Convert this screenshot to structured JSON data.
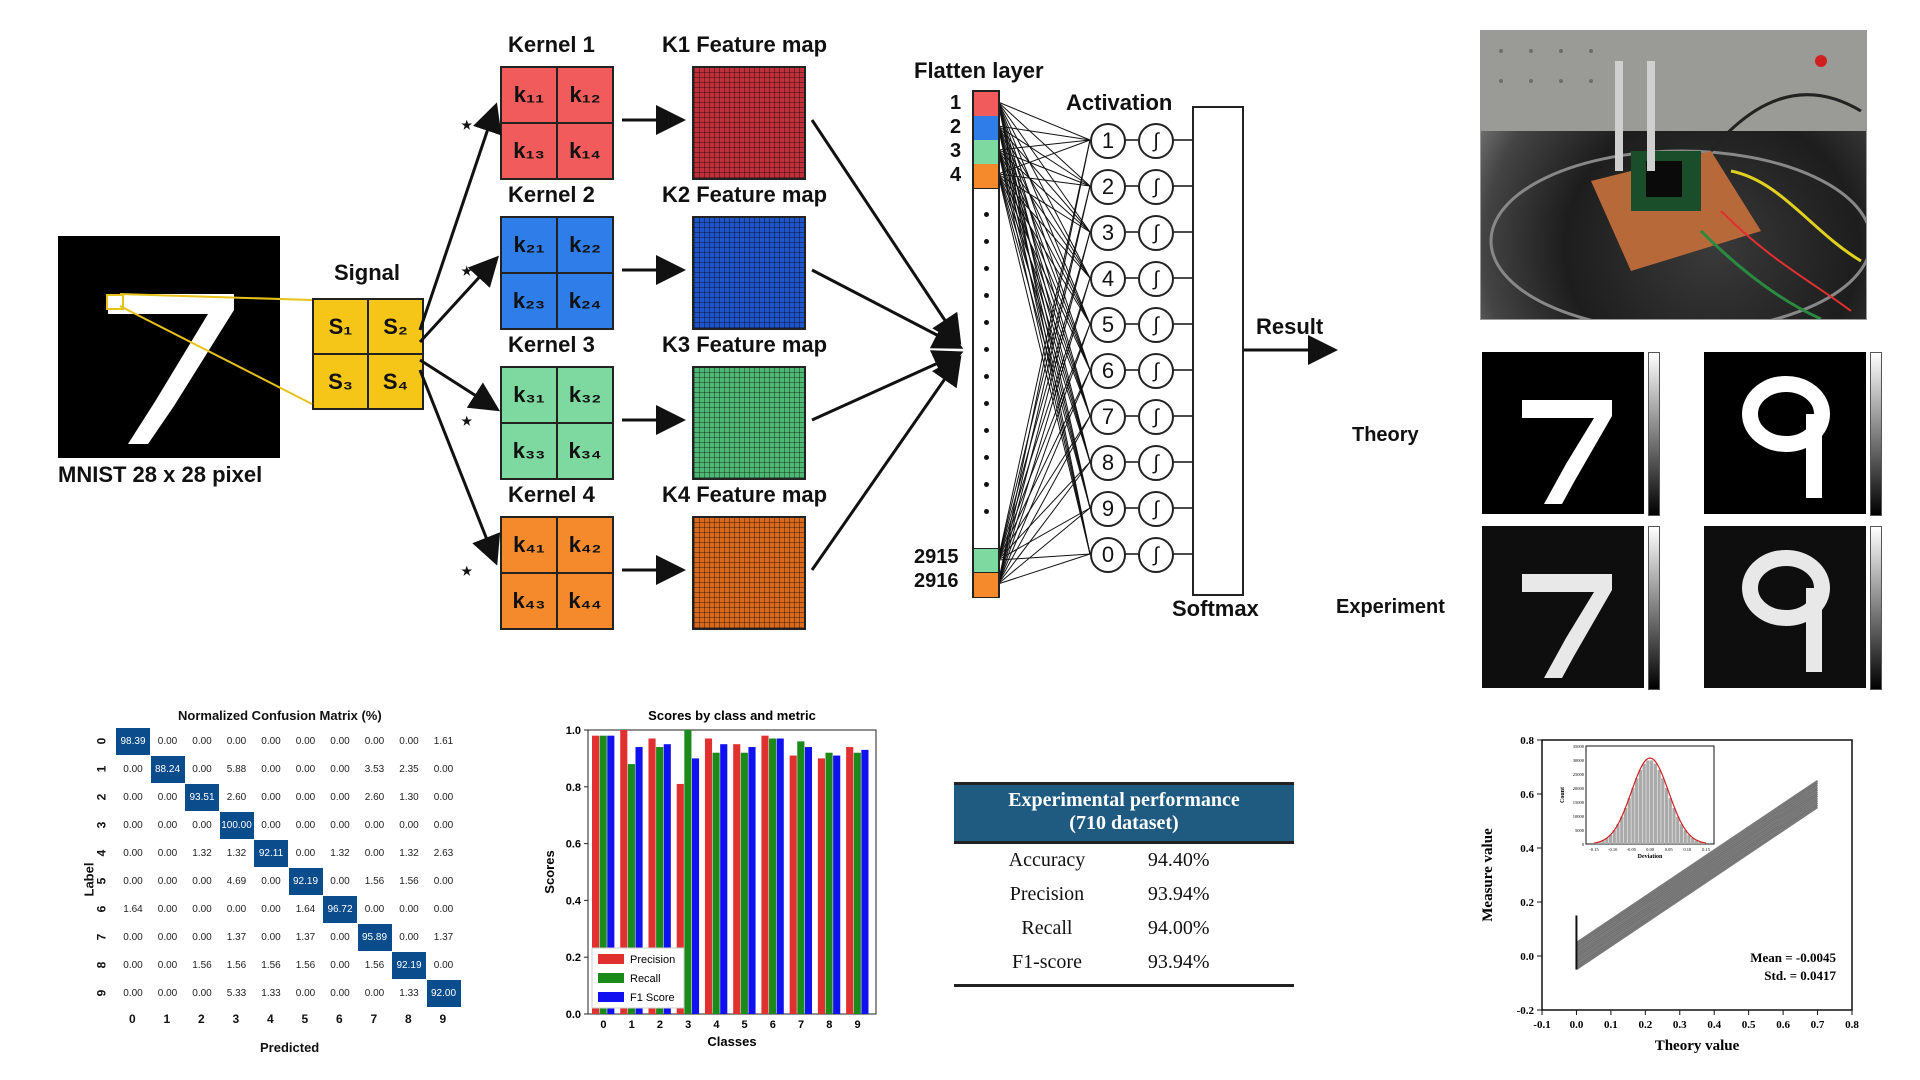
{
  "mnist": {
    "caption": "MNIST 28 x 28 pixel"
  },
  "signal": {
    "title": "Signal",
    "cells": [
      "S₁",
      "S₂",
      "S₃",
      "S₄"
    ],
    "color": "#f5c518"
  },
  "kernels": [
    {
      "title": "Kernel 1",
      "cells": [
        "k₁₁",
        "k₁₂",
        "k₁₃",
        "k₁₄"
      ],
      "color": "#f25b5b",
      "fmap_title": "K1 Feature map",
      "fmap_color": "#c0303a"
    },
    {
      "title": "Kernel 2",
      "cells": [
        "k₂₁",
        "k₂₂",
        "k₂₃",
        "k₂₄"
      ],
      "color": "#2f7de8",
      "fmap_title": "K2 Feature map",
      "fmap_color": "#1f55c8"
    },
    {
      "title": "Kernel 3",
      "cells": [
        "k₃₁",
        "k₃₂",
        "k₃₃",
        "k₃₄"
      ],
      "color": "#7dd9a0",
      "fmap_title": "K3 Feature map",
      "fmap_color": "#4fb874"
    },
    {
      "title": "Kernel 4",
      "cells": [
        "k₄₁",
        "k₄₂",
        "k₄₃",
        "k₄₄"
      ],
      "color": "#f58a2c",
      "fmap_title": "K4 Feature map",
      "fmap_color": "#d9691c"
    }
  ],
  "conv_symbol": "⋆",
  "flatten": {
    "title": "Flatten layer",
    "top_labels": [
      "1",
      "2",
      "3",
      "4"
    ],
    "bottom_labels": [
      "2915",
      "2916"
    ],
    "colors": [
      "#f25b5b",
      "#2f7de8",
      "#7dd9a0",
      "#f58a2c"
    ]
  },
  "activation": {
    "title": "Activation",
    "nodes": [
      "1",
      "2",
      "3",
      "4",
      "5",
      "6",
      "7",
      "8",
      "9",
      "0"
    ],
    "symbol": "∫"
  },
  "softmax": {
    "title": "Softmax"
  },
  "result": {
    "title": "Result"
  },
  "digits": {
    "theory_label": "Theory",
    "experiment_label": "Experiment",
    "values": [
      "7",
      "9"
    ]
  },
  "confusion": {
    "title": "Normalized Confusion Matrix (%)",
    "xlabel": "Predicted",
    "ylabel": "Label",
    "labels": [
      "0",
      "1",
      "2",
      "3",
      "4",
      "5",
      "6",
      "7",
      "8",
      "9"
    ],
    "matrix": [
      [
        "98.39",
        "0.00",
        "0.00",
        "0.00",
        "0.00",
        "0.00",
        "0.00",
        "0.00",
        "0.00",
        "1.61"
      ],
      [
        "0.00",
        "88.24",
        "0.00",
        "5.88",
        "0.00",
        "0.00",
        "0.00",
        "3.53",
        "2.35",
        "0.00"
      ],
      [
        "0.00",
        "0.00",
        "93.51",
        "2.60",
        "0.00",
        "0.00",
        "0.00",
        "2.60",
        "1.30",
        "0.00"
      ],
      [
        "0.00",
        "0.00",
        "0.00",
        "100.00",
        "0.00",
        "0.00",
        "0.00",
        "0.00",
        "0.00",
        "0.00"
      ],
      [
        "0.00",
        "0.00",
        "1.32",
        "1.32",
        "92.11",
        "0.00",
        "1.32",
        "0.00",
        "1.32",
        "2.63"
      ],
      [
        "0.00",
        "0.00",
        "0.00",
        "4.69",
        "0.00",
        "92.19",
        "0.00",
        "1.56",
        "1.56",
        "0.00"
      ],
      [
        "1.64",
        "0.00",
        "0.00",
        "0.00",
        "0.00",
        "1.64",
        "96.72",
        "0.00",
        "0.00",
        "0.00"
      ],
      [
        "0.00",
        "0.00",
        "0.00",
        "1.37",
        "0.00",
        "1.37",
        "0.00",
        "95.89",
        "0.00",
        "1.37"
      ],
      [
        "0.00",
        "0.00",
        "1.56",
        "1.56",
        "1.56",
        "1.56",
        "0.00",
        "1.56",
        "92.19",
        "0.00"
      ],
      [
        "0.00",
        "0.00",
        "0.00",
        "5.33",
        "1.33",
        "0.00",
        "0.00",
        "0.00",
        "1.33",
        "92.00"
      ]
    ],
    "diag_color": "#0b4c8c"
  },
  "chart_data": [
    {
      "type": "bar",
      "title": "Scores by class and metric",
      "xlabel": "Classes",
      "ylabel": "Scores",
      "categories": [
        "0",
        "1",
        "2",
        "3",
        "4",
        "5",
        "6",
        "7",
        "8",
        "9"
      ],
      "ylim": [
        0,
        1.0
      ],
      "yticks": [
        "0.0",
        "0.2",
        "0.4",
        "0.6",
        "0.8",
        "1.0"
      ],
      "series": [
        {
          "name": "Precision",
          "color": "#e03030",
          "values": [
            0.98,
            1.0,
            0.97,
            0.81,
            0.97,
            0.95,
            0.98,
            0.91,
            0.9,
            0.94
          ]
        },
        {
          "name": "Recall",
          "color": "#1a8a1a",
          "values": [
            0.98,
            0.88,
            0.94,
            1.0,
            0.92,
            0.92,
            0.97,
            0.96,
            0.92,
            0.92
          ]
        },
        {
          "name": "F1 Score",
          "color": "#1010f0",
          "values": [
            0.98,
            0.94,
            0.95,
            0.9,
            0.95,
            0.94,
            0.97,
            0.94,
            0.91,
            0.93
          ]
        }
      ],
      "legend": "bottom-left"
    },
    {
      "type": "scatter",
      "xlabel": "Theory value",
      "ylabel": "Measure value",
      "xlim": [
        -0.1,
        0.8
      ],
      "ylim": [
        -0.2,
        0.8
      ],
      "xticks": [
        "-0.1",
        "0.0",
        "0.1",
        "0.2",
        "0.3",
        "0.4",
        "0.5",
        "0.6",
        "0.7",
        "0.8"
      ],
      "yticks": [
        "-0.2",
        "0.0",
        "0.2",
        "0.4",
        "0.6",
        "0.8"
      ],
      "fit": {
        "x": [
          0.0,
          0.7
        ],
        "y": [
          0.0,
          0.6
        ]
      },
      "annotations": [
        "Mean = -0.0045",
        "Std. = 0.0417"
      ],
      "inset": {
        "xlabel": "Deviation",
        "ylabel": "Count",
        "xticks": [
          "-0.15",
          "-0.10",
          "-0.05",
          "0.00",
          "0.05",
          "0.10",
          "0.15"
        ],
        "yticks": [
          "0",
          "5000",
          "10000",
          "15000",
          "20000",
          "25000",
          "30000",
          "35000"
        ]
      }
    }
  ],
  "performance": {
    "title": "Experimental performance",
    "subtitle": "(710 dataset)",
    "header_color": "#1f5a80",
    "rows": [
      {
        "metric": "Accuracy",
        "value": "94.40%"
      },
      {
        "metric": "Precision",
        "value": "93.94%"
      },
      {
        "metric": "Recall",
        "value": "94.00%"
      },
      {
        "metric": "F1-score",
        "value": "93.94%"
      }
    ]
  }
}
